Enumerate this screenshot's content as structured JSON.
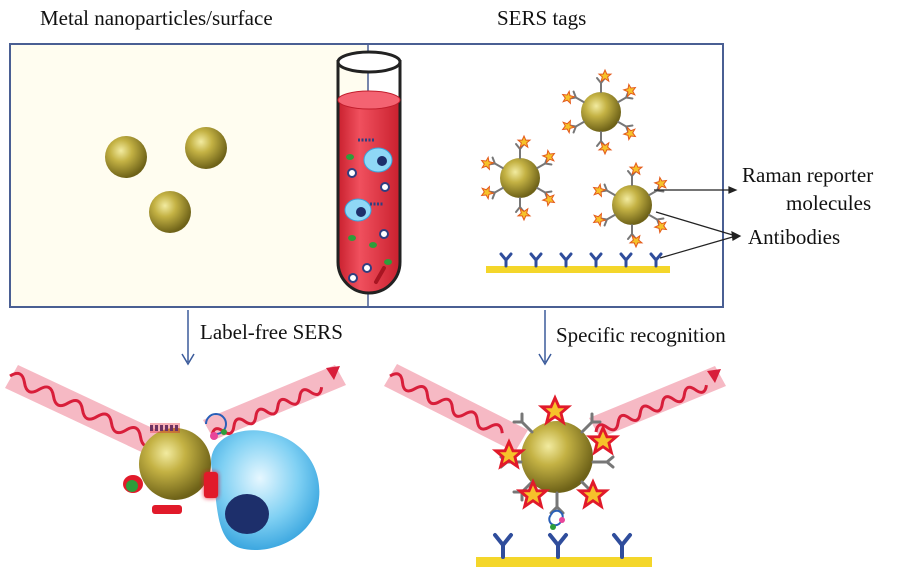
{
  "labels": {
    "left_title": "Metal nanoparticles/surface",
    "right_title": "SERS tags",
    "label_free": "Label-free SERS",
    "specific": "Specific recognition",
    "raman_line1": "Raman reporter",
    "raman_line2": "molecules",
    "antibodies": "Antibodies"
  },
  "colors": {
    "panel_border": "#4a5f93",
    "panel_left_bg": "#fffdf0",
    "nanoparticle": "#b5a33a",
    "tube_liquid": "#e8384a",
    "laser_wave": "#d81e3a",
    "laser_beam": "#f6b9c4",
    "substrate": "#f4d62a",
    "antibody": "#2f4d9c",
    "star": "#f6c22a",
    "cell": "#4ab6e8",
    "nucleus": "#1d2f6b"
  }
}
